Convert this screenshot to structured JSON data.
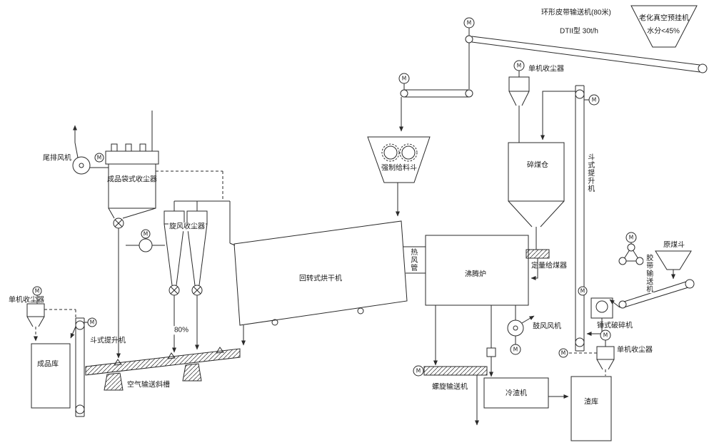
{
  "diagram": {
    "top": {
      "ring_conveyor": "环形皮带输送机(80米)",
      "ring_conveyor_spec": "DTII型  30t/h",
      "aging_machine": "老化真空预挂机",
      "moisture": "水分<45%"
    },
    "coal": {
      "top_dust_collector": "单机收尘器",
      "coal_bin": "碎煤仓",
      "bucket_elevator": "斗式提升机",
      "raw_coal_hopper": "原煤斗",
      "belt_conveyor": "胶带输送机",
      "hammer_crusher": "锤式破碎机",
      "coal_feeder": "定量给煤器"
    },
    "dry": {
      "forced_feeder": "强制给料斗",
      "rotary_dryer": "回转式烘干机",
      "hot_air_duct": "热风管",
      "fluidized_furnace": "沸腾炉",
      "blower_fan": "鼓风风机"
    },
    "dust": {
      "tail_fan": "尾排风机",
      "bag_collector": "成品袋式收尘器",
      "cyclone_collector": "旋风收尘器",
      "ratio": "80%"
    },
    "product": {
      "dust_collector": "单机收尘器",
      "store": "成品库",
      "bucket_elevator": "斗式提升机",
      "air_chute": "空气输送斜槽"
    },
    "slag": {
      "screw_conveyor": "螺旋输送机",
      "cooler": "冷渣机",
      "store": "渣库",
      "dust_collector": "单机收尘器"
    },
    "sym": {
      "motor": "M"
    },
    "colors": {
      "line": "#2a2a2a",
      "bg": "#ffffff"
    }
  }
}
